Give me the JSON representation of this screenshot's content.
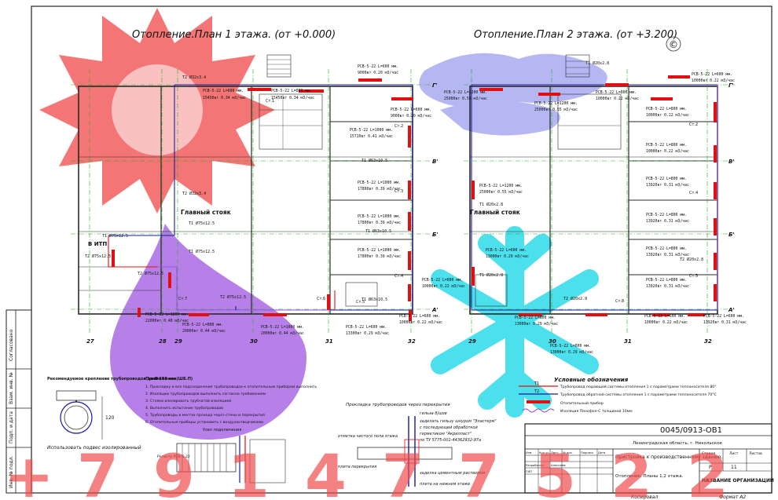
{
  "colors": {
    "wall": "#2a2a2a",
    "grid": "#22aa22",
    "supply": "#1a1aa8",
    "radiator": "#e01010",
    "watermark_sun": "#f04848",
    "watermark_drop": "#9b4fe0",
    "watermark_snow": "#20d8e8",
    "watermark_cloud": "#7a7ee8"
  },
  "plans": {
    "plan1_title": "Отопление.План 1 этажа. (от +0.000)",
    "plan2_title": "Отопление.План 2 этажа. (от +3.200)"
  },
  "grid": {
    "rows": [
      "Г'",
      "В'",
      "Б'",
      "А'"
    ],
    "plan1_cols": [
      "27",
      "28",
      "29",
      "30",
      "31",
      "32"
    ],
    "plan2_cols": [
      "29",
      "30",
      "31",
      "32"
    ]
  },
  "labels": {
    "main_riser_1": "Главный стояк",
    "main_riser_2": "Главный стояк",
    "itp": "В ИТП",
    "copyright": "©"
  },
  "radiators_plan1": [
    "РСВ-5-22 L=600 мм.",
    "РСВ-5-22 L=1000 мм.",
    "РСВ-5-22 L=800 мм.",
    "РСВ-5-22 L=600 мм.",
    "РСВ-5-22 L=1200 мм.",
    "РСВ-5-22 L=800 мм.",
    "РСВ-5-22 L=1000 мм.",
    "РСВ-5-22 L=600 мм."
  ],
  "loads_plan1": [
    "15450вт 0.34 м3/час",
    "9000вт 0.20 м3/час",
    "15710вт 0.41 м3/час",
    "17800вт 0.39 м3/час",
    "22000вт 0.48 м3/час",
    "20000вт 0.44 м3/час",
    "13300вт 0.29 м3/час",
    "10000вт 0.22 м3/час"
  ],
  "radiators_plan2": [
    "РСВ-5-22 L=1200 мм.",
    "РСВ-5-22 L=600 мм.",
    "РСВ-5-22 L=800 мм.",
    "РСВ-5-22 L=1200 мм.",
    "РСВ-5-22 L=800 мм.",
    "РСВ-5-22 L=800 мм.",
    "РСВ-5-22 L=600 мм.",
    "РСВ-5-22 L=800 мм."
  ],
  "loads_plan2": [
    "25000вт 0.55 м3/час",
    "10000вт 0.22 м3/час",
    "13920вт 0.31 м3/час",
    "25000вт 0.55 м3/час",
    "13920вт 0.31 м3/час",
    "10000вт 0.22 м3/час",
    "13000вт 0.29 м3/час",
    "13920вт 0.31 м3/час"
  ],
  "pipes": [
    "Т2 Ø32х3.4",
    "Т1 Ø75х12.5",
    "Т2 Ø75х12.5",
    "Т1 Ø20х2.8",
    "Т2 Ø20х2.8",
    "Т1 Ø63х10.5"
  ],
  "risers": [
    "Ст.1",
    "Ст.2",
    "Ст.3",
    "Ст.4",
    "Ст.5",
    "Ст.6",
    "Ст.7",
    "Ст.8"
  ],
  "notes": {
    "title": "Примечания.",
    "lines": [
      "1. Прокладку и все подсоединения трубопроводов к отопительным приборам выполнить",
      "2. Изоляцию трубопроводов выполнить согласно требованиям",
      "3. Стояки изолировать трубчатой изоляцией",
      "4. Выполнить испытание трубопроводов",
      "5. Трубопроводы в местах прохода через стены и перекрытия",
      "6. Отопительные приборы установить с воздухоотводчиками"
    ]
  },
  "detail_left": {
    "title": "Рекомендуемое крепление трубопроводов до Ø 150 мм (ШБ.П)",
    "caption": "Использовать подвес изолированный",
    "dim": "120"
  },
  "detail_mid": {
    "title": "Узел подключения",
    "label": "Регистр РСВ-5-22"
  },
  "detail_pass": {
    "title": "Прокладка трубопроводов через перекрытия",
    "labels": [
      "гильза б/шов",
      "заделать гильзу шнуром \"Эластерм\"",
      "с последующей обработкой",
      "герметиком \"Акрилласт\"",
      "по ТУ 5775-001-44362932-97а",
      "отметка чистого пола этажа",
      "плита перекрытия",
      "заделка цементным раствором",
      "плита на нижнем этаже"
    ]
  },
  "legend": {
    "title": "Условные обозначения",
    "items": [
      "Трубопровод подающей системы отопления 1 с параметрами теплоносителя 80°",
      "Трубопровод обратной системы отопления 1 с параметрами теплоносителя 70°С",
      "Отопительный прибор",
      "Изоляция Пенофол-С толщиной 10мм"
    ],
    "codes": [
      "Т1",
      "Т2"
    ]
  },
  "titleblock": {
    "code": "0045/0913-ОВ1",
    "region": "Ленинградская область, г. Никольское",
    "object": "Пристройка к производственному зданию.",
    "sheet_name": "Отопление. Планы 1,2 этажа.",
    "stage_hdr": "Стадия",
    "sheet_hdr": "Лист",
    "sheets_hdr": "Листов",
    "stage": "Р",
    "sheet": "11",
    "org": "НАЗВАНИЕ ОРГАНИЗАЦИИ",
    "col_headers": [
      "Изм.",
      "Кол.уч.",
      "Лист",
      "№ док.",
      "Подпись",
      "Дата"
    ],
    "roles": [
      "Разработал",
      "ГИП"
    ],
    "developer": "Алексеев",
    "copied": "Копировал",
    "format": "Формат А2"
  },
  "left_strip": [
    "Согласовано",
    "Взам. инв. №",
    "Подп. и дата",
    "Инв. № подл."
  ],
  "watermark": {
    "digits": [
      "+",
      "7",
      "9",
      "1",
      "4",
      "7",
      "7",
      "5",
      "2",
      "2"
    ]
  }
}
